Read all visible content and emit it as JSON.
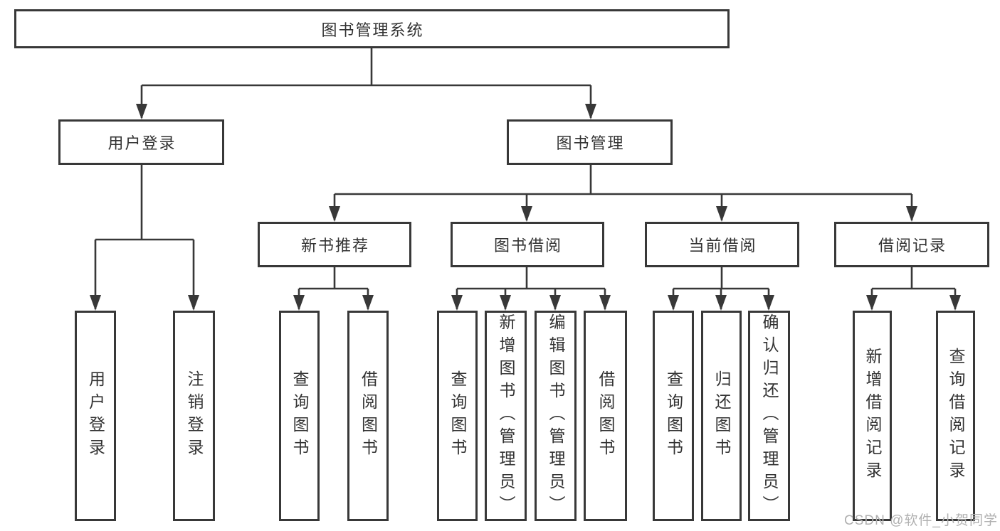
{
  "tree": {
    "root": {
      "label": "图书管理系统"
    },
    "branches": [
      {
        "label": "用户登录",
        "children": [
          {
            "label": "用户登录"
          },
          {
            "label": "注销登录"
          }
        ]
      },
      {
        "label": "图书管理",
        "children": [
          {
            "label": "新书推荐",
            "children": [
              {
                "label": "查询图书"
              },
              {
                "label": "借阅图书"
              }
            ]
          },
          {
            "label": "图书借阅",
            "children": [
              {
                "label": "查询图书"
              },
              {
                "label": "新增图书（管理员）"
              },
              {
                "label": "编辑图书（管理员）"
              },
              {
                "label": "借阅图书"
              }
            ]
          },
          {
            "label": "当前借阅",
            "children": [
              {
                "label": "查询图书"
              },
              {
                "label": "归还图书"
              },
              {
                "label": "确认归还（管理员）"
              }
            ]
          },
          {
            "label": "借阅记录",
            "children": [
              {
                "label": "新增借阅记录"
              },
              {
                "label": "查询借阅记录"
              }
            ]
          }
        ]
      }
    ]
  },
  "watermark": "CSDN @软件_小贺同学",
  "colors": {
    "line": "#383838",
    "text": "#333333",
    "box_background": "#ffffff",
    "watermark": "#b0b0b0"
  }
}
